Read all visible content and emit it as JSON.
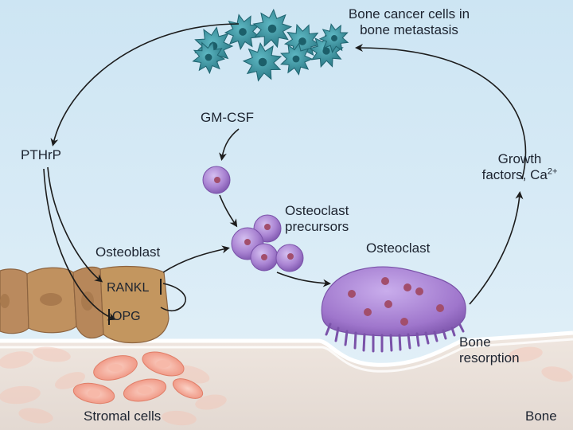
{
  "labels": {
    "bone_cancer_line1": "Bone cancer cells in",
    "bone_cancer_line2": "bone metastasis",
    "gm_csf": "GM-CSF",
    "pthrp": "PTHrP",
    "growth_line1": "Growth",
    "growth_line2": "factors, Ca",
    "growth_sup": "2+",
    "osteoclast_precursors_line1": "Osteoclast",
    "osteoclast_precursors_line2": "precursors",
    "osteoblast": "Osteoblast",
    "osteoclast": "Osteoclast",
    "rankl": "RANKL",
    "opg": "OPG",
    "bone_resorption_line1": "Bone",
    "bone_resorption_line2": "resorption",
    "stromal_cells": "Stromal cells",
    "bone": "Bone"
  },
  "colors": {
    "background_top": "#cfe6f4",
    "background_bottom": "#e7f2f8",
    "cancer_cell": "#2f8e9c",
    "osteoclast": "#9e78c8",
    "osteoclast_nucleus": "#a24e6c",
    "osteoblast": "#b9895c",
    "stromal_cell": "#f2a18e",
    "bone_surface": "#e9e2dd",
    "arrow": "#1c1c1c"
  }
}
